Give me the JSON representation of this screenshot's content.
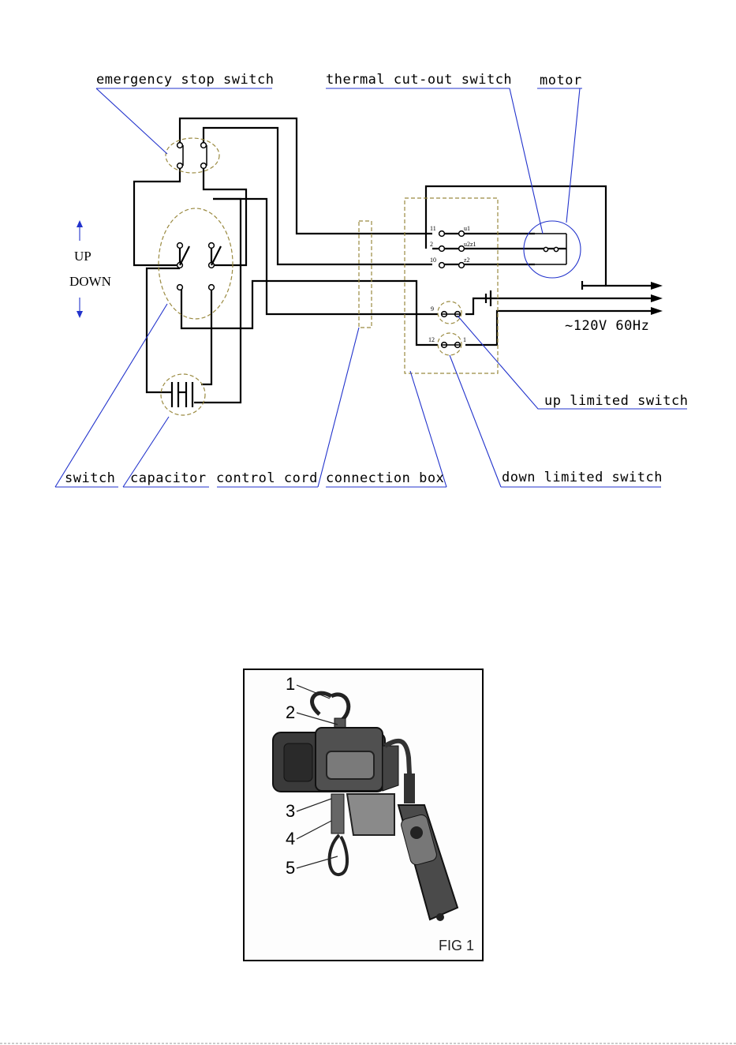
{
  "diagram": {
    "labels": {
      "emergency_stop_switch": "emergency stop switch",
      "thermal_cutout_switch": "thermal cut-out switch",
      "motor": "motor",
      "up": "UP",
      "down": "DOWN",
      "supply": "~120V 60Hz",
      "up_limited_switch": "up limited switch",
      "switch": "switch",
      "capacitor": "capacitor",
      "control_cord": "control cord",
      "connection_box": "connection box",
      "down_limited_switch": "down limited switch"
    },
    "terminals": {
      "t11": "11",
      "u1": "u1",
      "t2": "2",
      "u2z1": "u2z1",
      "t10": "10",
      "z2": "z2",
      "t9": "9",
      "t12": "12",
      "t1": "1"
    }
  },
  "figure": {
    "callouts": [
      "1",
      "2",
      "3",
      "4",
      "5"
    ],
    "caption": "FIG 1"
  }
}
